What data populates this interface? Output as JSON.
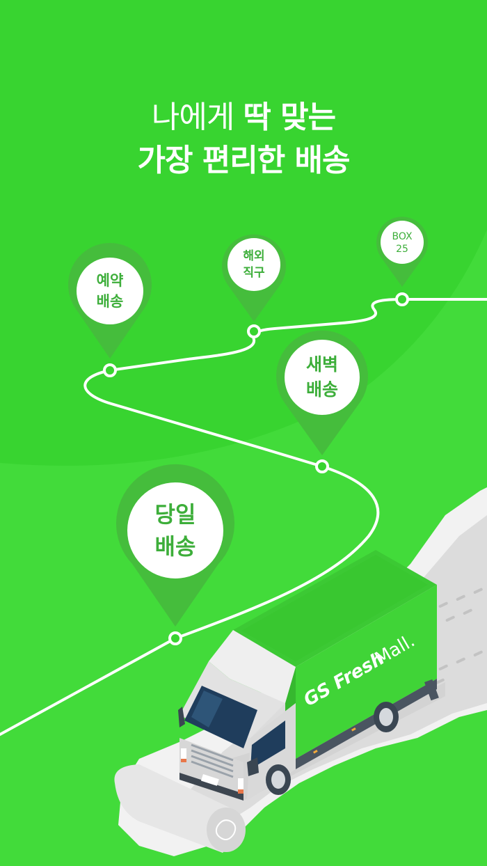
{
  "headline": {
    "line1_regular": "나에게 ",
    "line1_bold": "딱 맞는",
    "line2": "가장 편리한 배송"
  },
  "pins": [
    {
      "id": "reservation",
      "line1": "예약",
      "line2": "배송"
    },
    {
      "id": "overseas",
      "line1": "해외",
      "line2": "직구"
    },
    {
      "id": "box25",
      "line1": "BOX",
      "line2": "25"
    },
    {
      "id": "dawn",
      "line1": "새벽",
      "line2": "배송"
    },
    {
      "id": "same-day",
      "line1": "당일",
      "line2": "배송"
    }
  ],
  "truck": {
    "brand_bold": "GS Fresh",
    "brand_light": "Mall."
  },
  "colors": {
    "background": "#38D430",
    "background_light": "#42DB3A",
    "pin_outer": "#45BD3C",
    "pin_text": "#3DAE3A",
    "route": "#FFFFFF",
    "truck_box": "#3ED534",
    "truck_cab": "#EDEDED",
    "windshield": "#1F3D5C"
  }
}
